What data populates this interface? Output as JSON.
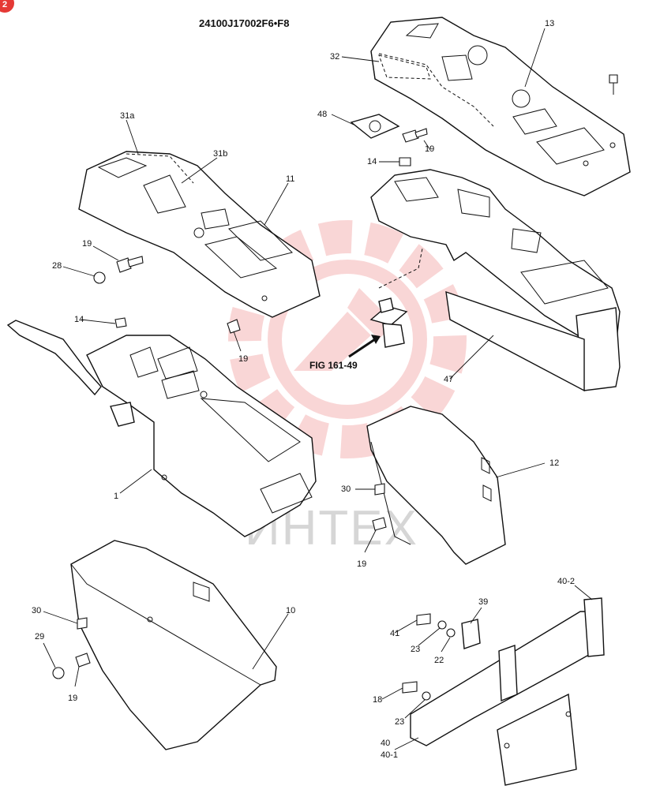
{
  "page_badge": "2",
  "diagram_code": "24100J17002F6•F8",
  "figure_reference": "FIG 161-49",
  "watermark_text": "ИНТЕХ",
  "colors": {
    "watermark_gear": "#f5b5b5",
    "watermark_text": "#d6d6d6",
    "badge": "#e53935",
    "line": "#111111"
  },
  "part_labels": {
    "p13": "13",
    "p32": "32",
    "p48": "48",
    "p19a": "19",
    "p14a": "14",
    "p31a": "31a",
    "p31b": "31b",
    "p11": "11",
    "p19b": "19",
    "p28": "28",
    "p14b": "14",
    "p19c": "19",
    "p47": "47",
    "p1": "1",
    "p30a": "30",
    "p19d": "19",
    "p12": "12",
    "p10": "10",
    "p30b": "30",
    "p29": "29",
    "p19e": "19",
    "p39": "39",
    "p40_2": "40-2",
    "p41": "41",
    "p23a": "23",
    "p22": "22",
    "p18": "18",
    "p23b": "23",
    "p40": "40",
    "p40_1": "40-1"
  }
}
